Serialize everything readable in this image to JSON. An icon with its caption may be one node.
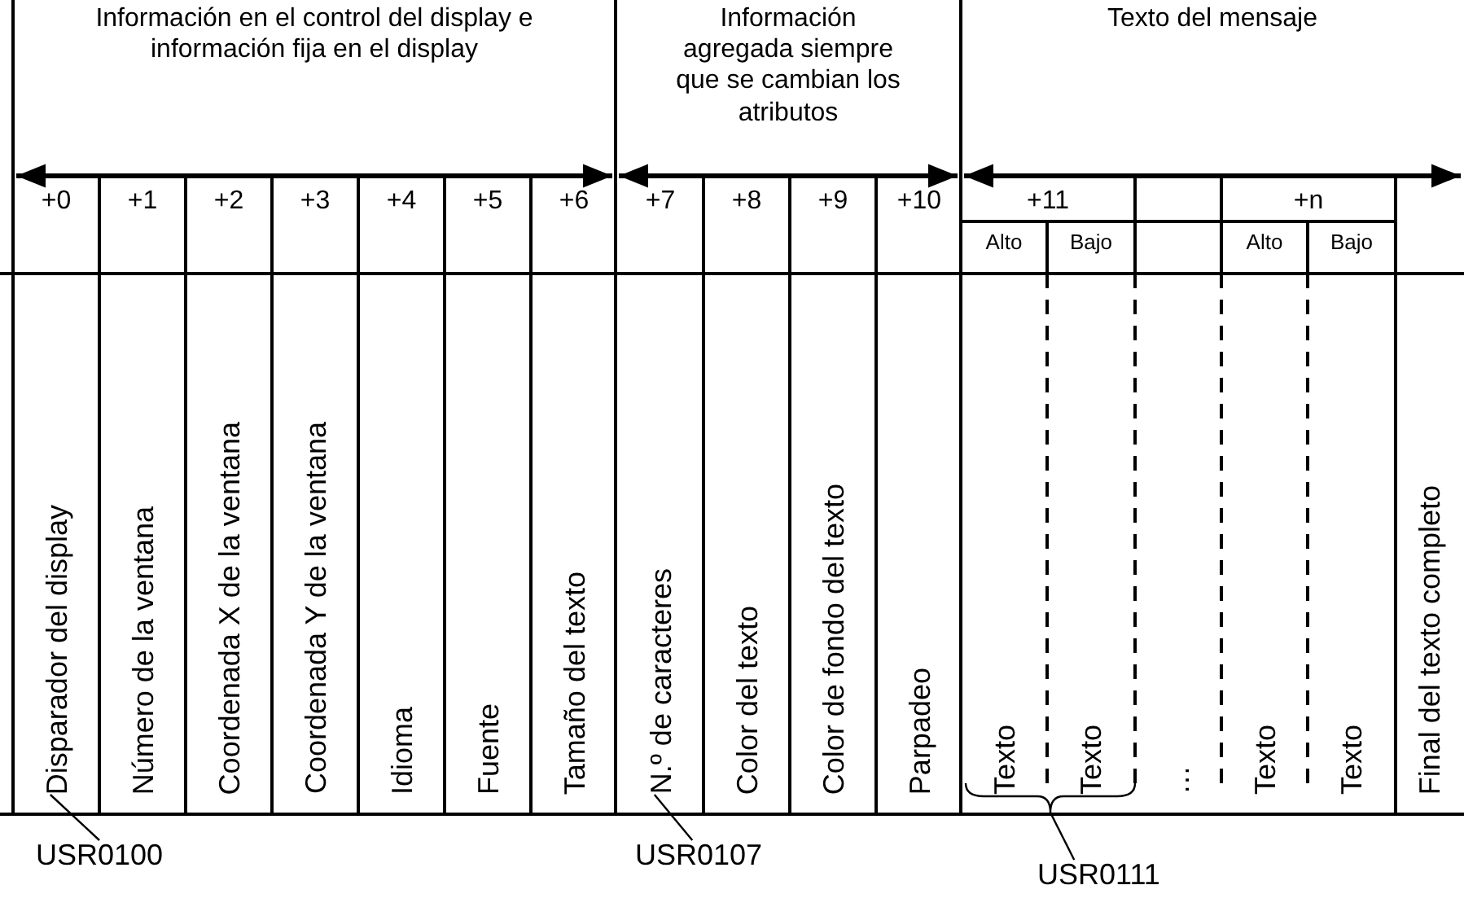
{
  "diagram": {
    "nodes": [
      {
        "text": [
          "Disparador del display"
        ]
      },
      {
        "text": [
          "N.º de caracteres"
        ]
      },
      {
        "text": [],
        "shape": "brace"
      },
      {
        "text": [
          "USR0100"
        ]
      },
      {
        "text": [
          "USR0107"
        ]
      },
      {
        "text": [
          "USR0111"
        ]
      }
    ],
    "edges": [
      {
        "from": 3,
        "to": 0,
        "arrow": "none"
      },
      {
        "from": 4,
        "to": 1,
        "arrow": "none"
      },
      {
        "from": 5,
        "to": 2,
        "arrow": "none"
      }
    ],
    "labels": [
      "Información en el control del display e información fija en el display",
      "Información agregada siempre que se cambian los atributos",
      "Texto del mensaje",
      "+0",
      "+1",
      "+2",
      "+3",
      "+4",
      "+5",
      "+6",
      "+7",
      "+8",
      "+9",
      "+10",
      "+11",
      "+n",
      "Alto",
      "Bajo",
      "Alto",
      "Bajo",
      "Número de la ventana",
      "Coordenada X de la ventana",
      "Coordenada Y de la ventana",
      "Idioma",
      "Fuente",
      "Tamaño del texto",
      "Color del texto",
      "Color de fondo del texto",
      "Parpadeo",
      "Texto",
      "Texto",
      "…",
      "Texto",
      "Texto",
      "Final del texto completo"
    ]
  }
}
